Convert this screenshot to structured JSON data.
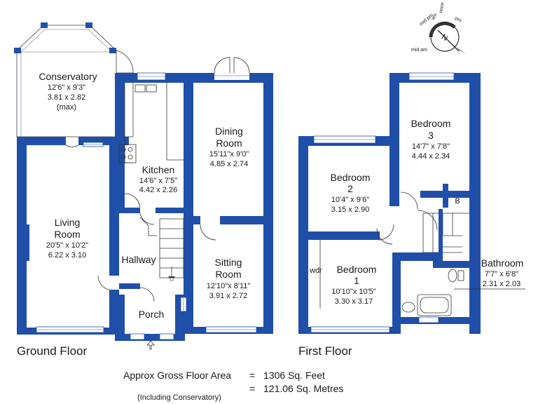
{
  "rooms": {
    "conservatory": {
      "name": "Conservatory",
      "dim_imperial": "12'6\" x 9'3\"",
      "dim_metric": "3.81 x 2.82",
      "note": "(max)"
    },
    "kitchen": {
      "name": "Kitchen",
      "dim_imperial": "14'6\" x 7'5\"",
      "dim_metric": "4.42 x 2.26"
    },
    "dining": {
      "name_line1": "Dining",
      "name_line2": "Room",
      "dim_imperial": "15'11\"x 9'0\"",
      "dim_metric": "4.85 x 2.74"
    },
    "living": {
      "name_line1": "Living",
      "name_line2": "Room",
      "dim_imperial": "20'5\" x 10'2\"",
      "dim_metric": "6.22 x 3.10"
    },
    "hallway": {
      "name": "Hallway"
    },
    "sitting": {
      "name_line1": "Sitting",
      "name_line2": "Room",
      "dim_imperial": "12'10\"x 8'11\"",
      "dim_metric": "3.91 x 2.72"
    },
    "porch": {
      "name": "Porch"
    },
    "bedroom3": {
      "name_line1": "Bedroom",
      "name_line2": "3",
      "dim_imperial": "14'7\" x 7'8\"",
      "dim_metric": "4.44 x 2.34"
    },
    "bedroom2": {
      "name_line1": "Bedroom",
      "name_line2": "2",
      "dim_imperial": "10'4\" x 9'6\"",
      "dim_metric": "3.15 x 2.90"
    },
    "bedroom1": {
      "name_line1": "Bedroom",
      "name_line2": "1",
      "dim_imperial": "10'10\"x 10'5\"",
      "dim_metric": "3.30 x 3.17",
      "wardrobe": "wdr"
    },
    "bathroom": {
      "name": "Bathroom",
      "dim_imperial": "7'7\" x 6'8\"",
      "dim_metric": "2.31 x 2.03"
    },
    "boiler": {
      "name": "B"
    }
  },
  "floors": {
    "ground": "Ground Floor",
    "first": "First Floor"
  },
  "area": {
    "label": "Approx Gross Floor Area",
    "eq1": "=",
    "sqft": "1306  Sq. Feet",
    "eq2": "=",
    "sqm": "121.06  Sq. Metres",
    "note": "(Including Conservatory)"
  },
  "compass": {
    "letter": "N",
    "labels": [
      "mid am",
      "am",
      "noon",
      "mid pm",
      "pm"
    ]
  }
}
